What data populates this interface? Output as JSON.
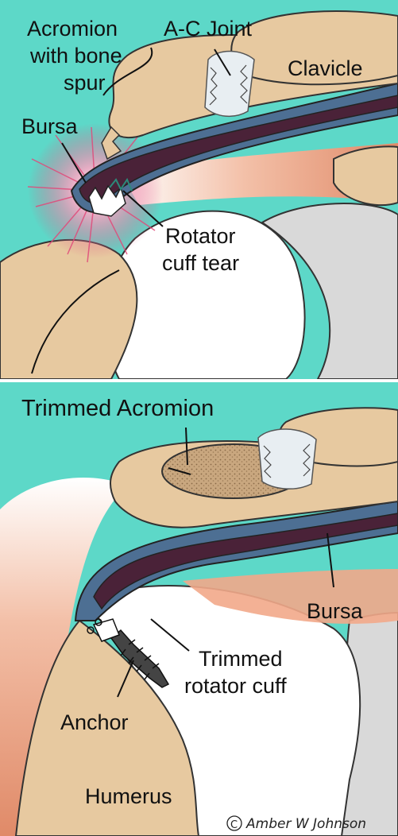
{
  "top_panel": {
    "labels": {
      "acromion_line1": "Acromion",
      "acromion_line2": "with bone",
      "acromion_line3": "spur",
      "ac_joint": "A-C Joint",
      "clavicle": "Clavicle",
      "bursa": "Bursa",
      "tear_line1": "Rotator",
      "tear_line2": "cuff tear"
    }
  },
  "bottom_panel": {
    "labels": {
      "trimmed_acromion": "Trimmed Acromion",
      "bursa": "Bursa",
      "trimmed_cuff_line1": "Trimmed",
      "trimmed_cuff_line2": "rotator cuff",
      "anchor": "Anchor",
      "humerus": "Humerus"
    },
    "credit": "Amber W Johnson",
    "copyright_symbol": "C"
  },
  "colors": {
    "background": "#5dd8c8",
    "bone": "#e7c9a0",
    "bone_outline": "#3a3a3a",
    "bursa_dark": "#4a2238",
    "tendon_blue": "#4d6f93",
    "muscle": "#e08a68",
    "cartilage": "#e4e4e4",
    "inflammation": "#e04a7a"
  }
}
